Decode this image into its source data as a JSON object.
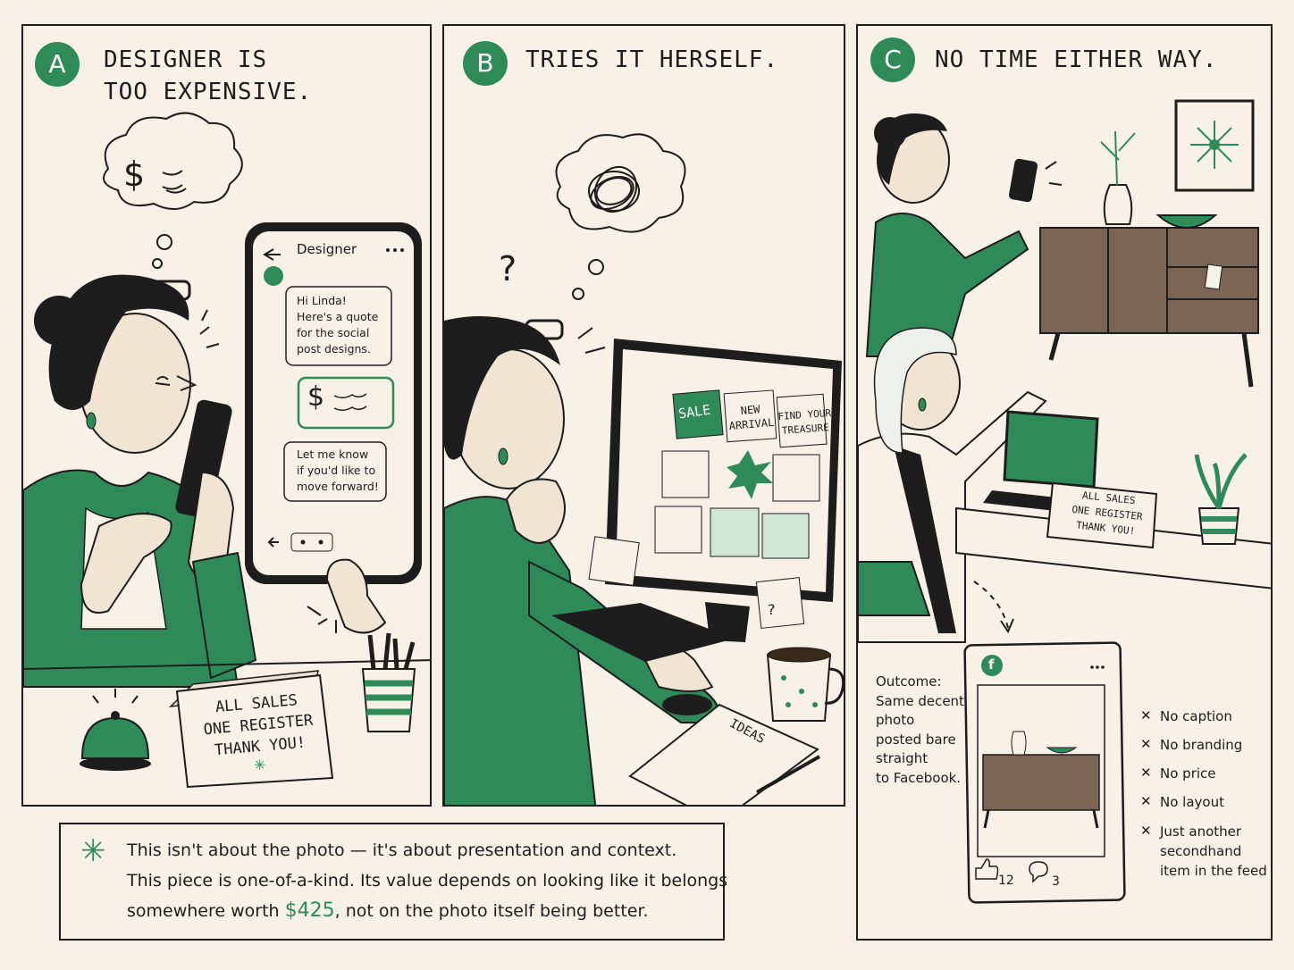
{
  "colors": {
    "accent": "#2e8b57",
    "ink": "#1d1d1d",
    "paper": "#f7f1e6"
  },
  "panel_a": {
    "badge": "A",
    "heading": "DESIGNER IS\nTOO EXPENSIVE.",
    "phone": {
      "title": "Designer",
      "message_1": "Hi Linda!\nHere's a quote\nfor the social\npost designs.",
      "price_symbol": "$",
      "message_2": "Let me know\nif you'd like to\nmove forward!"
    },
    "thought_symbol": "$",
    "sign": "ALL SALES\nONE REGISTER\nTHANK YOU!"
  },
  "panel_b": {
    "badge": "B",
    "heading": "TRIES IT HERSELF.",
    "question": "?",
    "screen_tiles": [
      "SALE",
      "NEW\nARRIVAL",
      "FIND YOUR\nTREASURE"
    ],
    "notebook_label": "IDEAS",
    "sticky_question": "?"
  },
  "panel_c": {
    "badge": "C",
    "heading": "NO TIME EITHER WAY.",
    "sign": "ALL SALES\nONE REGISTER\nTHANK YOU!",
    "outcome_text": "Outcome:\nSame decent\nphoto\nposted bare\nstraight\nto Facebook.",
    "post": {
      "platform_icon": "f",
      "likes": "12",
      "comments": "3"
    },
    "missing": [
      "No caption",
      "No branding",
      "No price",
      "No layout",
      "Just another\nsecondhand\nitem in the feed"
    ]
  },
  "note": {
    "line_1": "This isn't about the photo — it's about presentation and context.",
    "line_2": "This piece is one-of-a-kind. Its value depends on looking like it belongs",
    "line_3_before": "somewhere worth ",
    "price": "$425",
    "line_3_after": ", not on the photo itself being better."
  }
}
